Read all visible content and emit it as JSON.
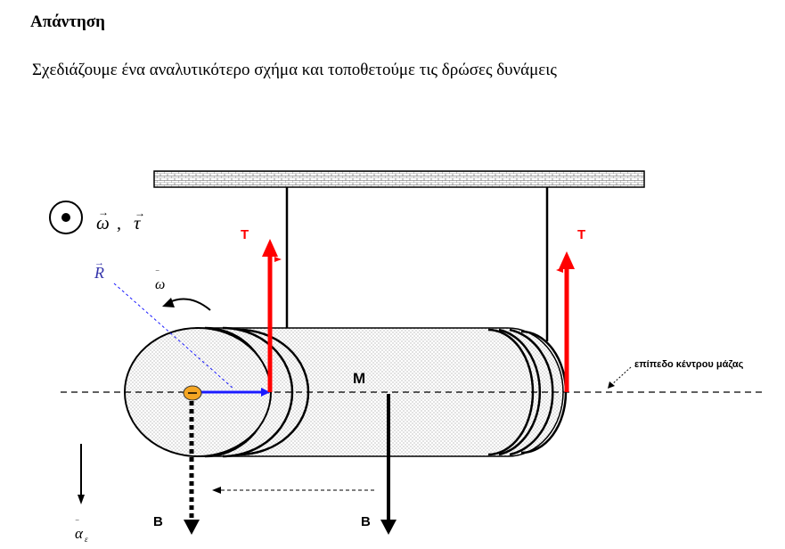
{
  "heading": "Απάντηση",
  "intro": "Σχεδιάζουμε ένα αναλυτικότερο σχήμα και τοποθετούμε τις δρώσες δυνάμεις",
  "diagram": {
    "legend_omega": "ω",
    "legend_sep": ",",
    "legend_tau": "τ",
    "radius_label": "R",
    "omega_label": "ω",
    "mass_label": "M",
    "tension_left": "T",
    "tension_right": "T",
    "weight_left": "B",
    "weight_center": "B",
    "cm_plane_label": "επίπεδο κέντρου μάζας",
    "accel_label": "α",
    "accel_subscript": "ε"
  },
  "colors": {
    "tension": "#ff0000",
    "radius": "#1a1aff",
    "center_dot": "#f5a623",
    "ink": "#000000",
    "radius_text": "#3333aa"
  }
}
